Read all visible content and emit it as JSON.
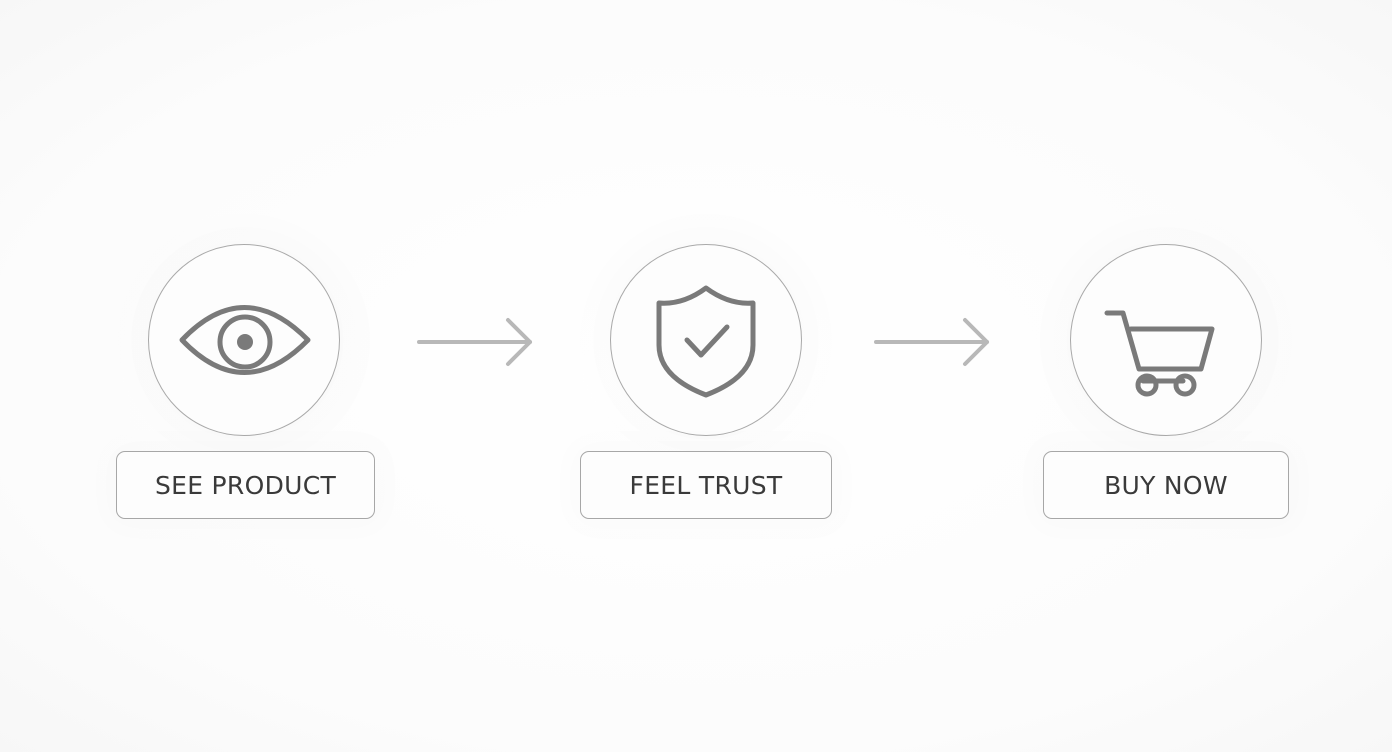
{
  "steps": [
    {
      "label": "SEE PRODUCT",
      "icon": "eye-icon"
    },
    {
      "label": "FEEL TRUST",
      "icon": "shield-check-icon"
    },
    {
      "label": "BUY NOW",
      "icon": "shopping-cart-icon"
    }
  ],
  "colors": {
    "background": "#fdfdfd",
    "outline": "#a9a9a9",
    "icon": "#7a7a7a",
    "arrow": "#b8b8b8",
    "text": "#3a3a3a"
  }
}
